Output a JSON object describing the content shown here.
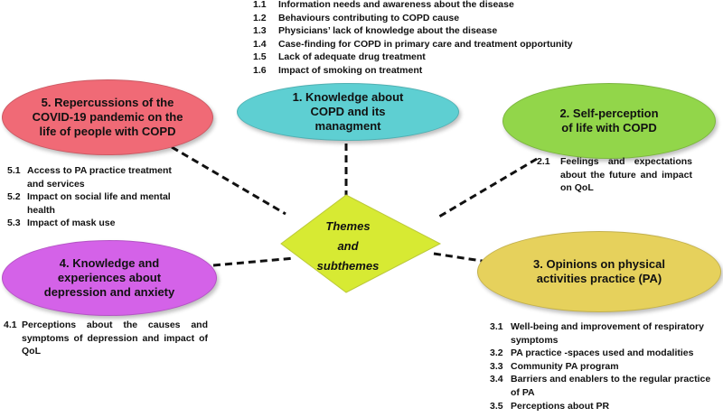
{
  "hub": {
    "lines": [
      "Themes",
      "and",
      "subthemes"
    ],
    "color": "#d7ea33"
  },
  "themes": [
    {
      "id": "t1",
      "label": "1. Knowledge about COPD and its managment",
      "color": "#5ecfd2",
      "subthemes": [
        {
          "num": "1.1",
          "text": "Information needs and awareness about the disease"
        },
        {
          "num": "1.2",
          "text": "Behaviours contributing to COPD cause"
        },
        {
          "num": "1.3",
          "text": "Physicians’ lack of knowledge about the disease"
        },
        {
          "num": "1.4",
          "text": "Case-finding for COPD in primary care and treatment opportunity"
        },
        {
          "num": "1.5",
          "text": "Lack of adequate drug treatment"
        },
        {
          "num": "1.6",
          "text": "Impact of smoking on treatment"
        }
      ]
    },
    {
      "id": "t2",
      "label": "2. Self-perception of life with COPD",
      "color": "#92d64a",
      "subthemes": [
        {
          "num": "2.1",
          "text": "Feelings and expectations about the future and impact on QoL"
        }
      ]
    },
    {
      "id": "t3",
      "label": "3. Opinions on physical activities practice (PA)",
      "color": "#e6d15c",
      "subthemes": [
        {
          "num": "3.1",
          "text": "Well-being and improvement of respiratory symptoms"
        },
        {
          "num": "3.2",
          "text": "PA practice -spaces used and modalities"
        },
        {
          "num": "3.3",
          "text": "Community PA program"
        },
        {
          "num": "3.4",
          "text": "Barriers and enablers to the regular practice of PA"
        },
        {
          "num": "3.5",
          "text": "Perceptions about PR"
        }
      ]
    },
    {
      "id": "t4",
      "label": "4. Knowledge and experiences about depression and anxiety",
      "color": "#d462e8",
      "subthemes": [
        {
          "num": "4.1",
          "text": "Perceptions about the causes and symptoms of depression and impact of QoL"
        }
      ]
    },
    {
      "id": "t5",
      "label": "5. Repercussions of the COVID-19 pandemic on the life of people with COPD",
      "color": "#f06a76",
      "subthemes": [
        {
          "num": "5.1",
          "text": "Access to PA practice treatment and services"
        },
        {
          "num": "5.2",
          "text": "Impact on social life and mental health"
        },
        {
          "num": "5.3",
          "text": "Impact of mask use"
        }
      ]
    }
  ]
}
